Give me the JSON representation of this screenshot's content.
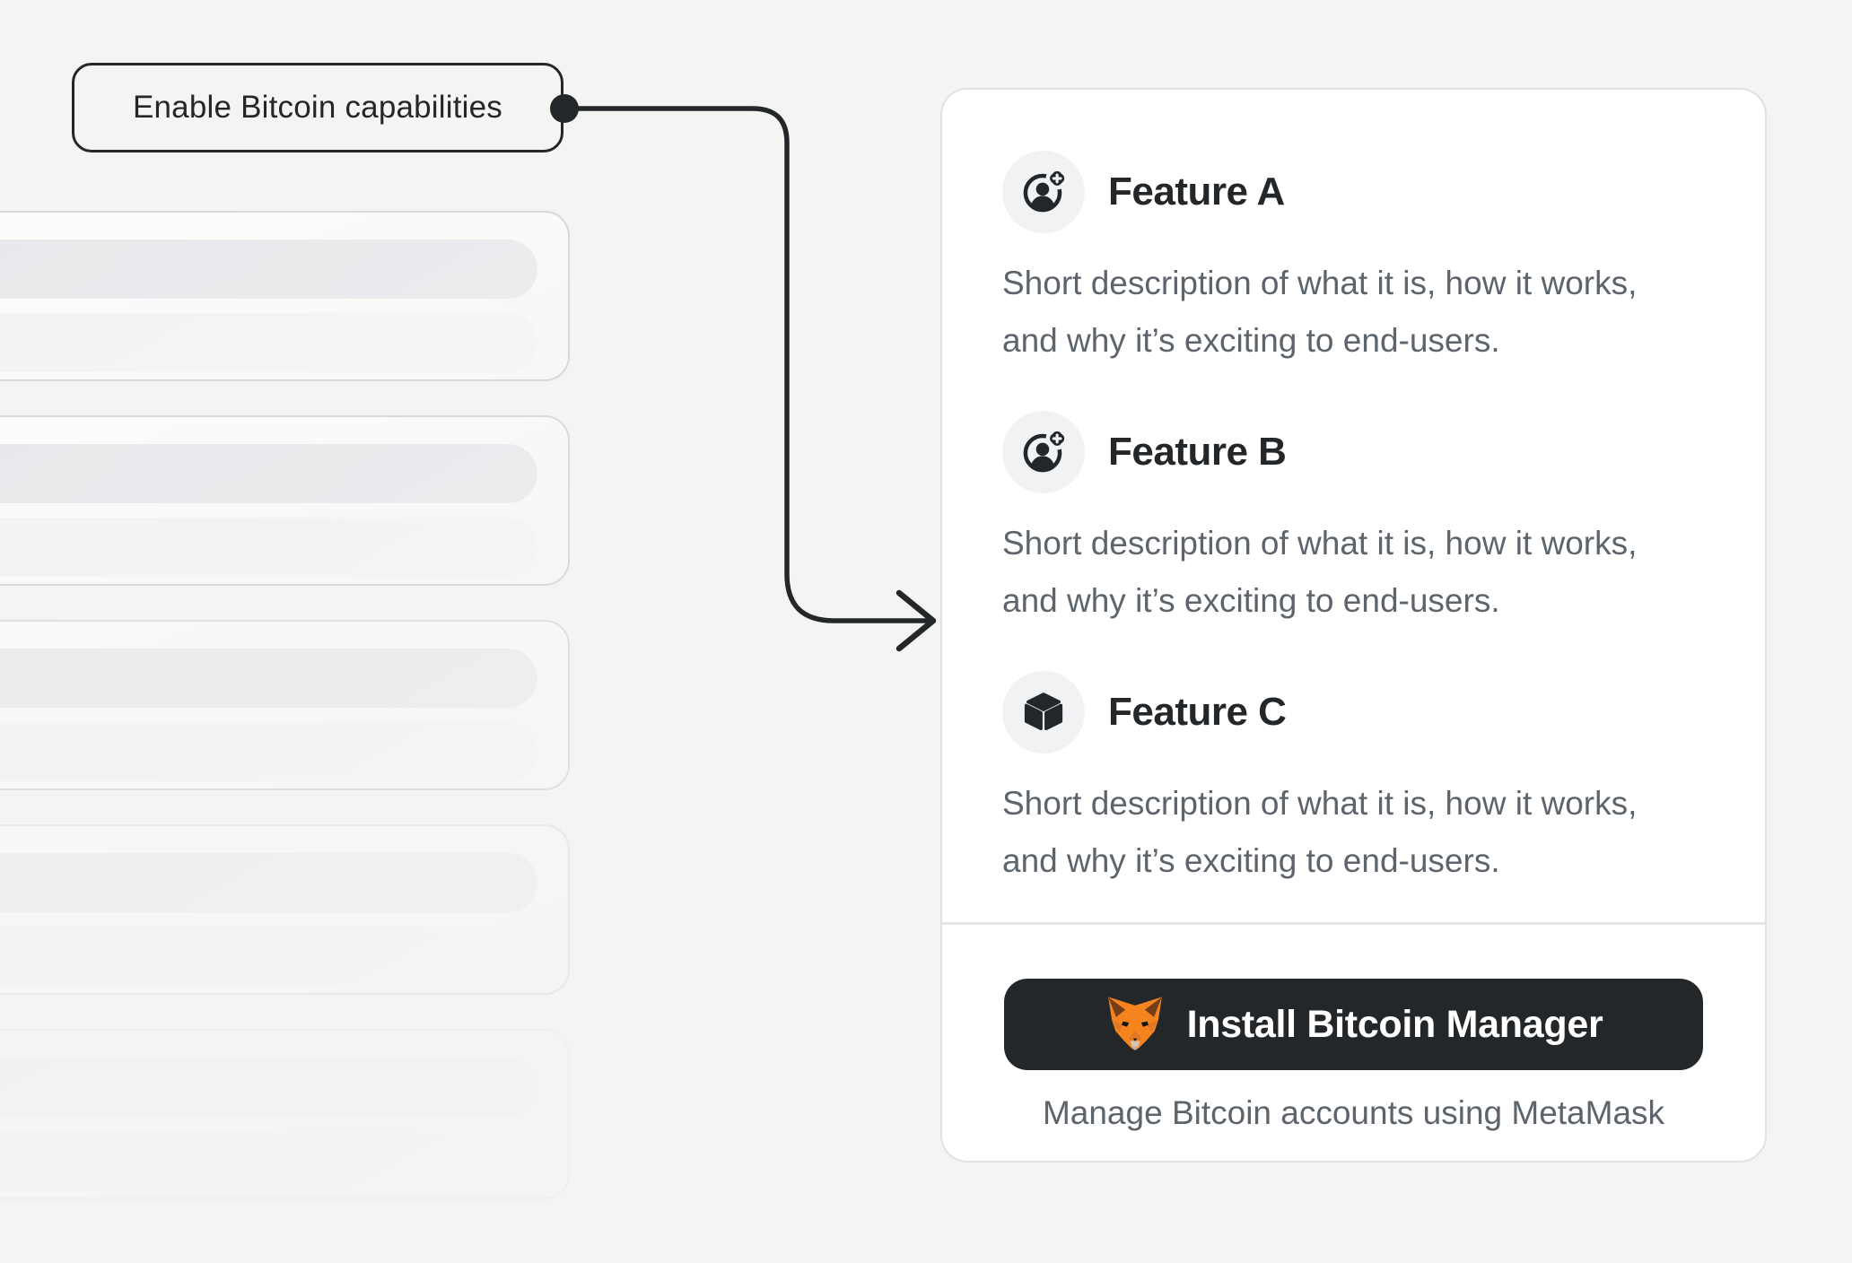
{
  "colors": {
    "ink": "#24272a",
    "muted_text": "#5d646b",
    "page_bg": "#f4f4f2",
    "panel_bg": "#ffffff",
    "panel_border": "#dfe1e4",
    "badge_bg": "#f1f2f4",
    "button_bg": "#24272a",
    "fox_orange": "#f5841f"
  },
  "callout": {
    "label": "Enable Bitcoin capabilities"
  },
  "skeleton": {
    "card_count": 5,
    "pills_per_card": 2
  },
  "panel": {
    "features": [
      {
        "icon": "user-add-icon",
        "title": "Feature A",
        "description": "Short description of what it is, how it works, and why it’s exciting to end-users."
      },
      {
        "icon": "user-add-icon",
        "title": "Feature B",
        "description": "Short description of what it is, how it works, and why it’s exciting to end-users."
      },
      {
        "icon": "cube-icon",
        "title": "Feature C",
        "description": "Short description of what it is, how it works, and why it’s exciting to end-users."
      }
    ],
    "install_button": {
      "icon": "metamask-fox-icon",
      "label": "Install Bitcoin Manager"
    },
    "caption": "Manage Bitcoin accounts using MetaMask"
  }
}
